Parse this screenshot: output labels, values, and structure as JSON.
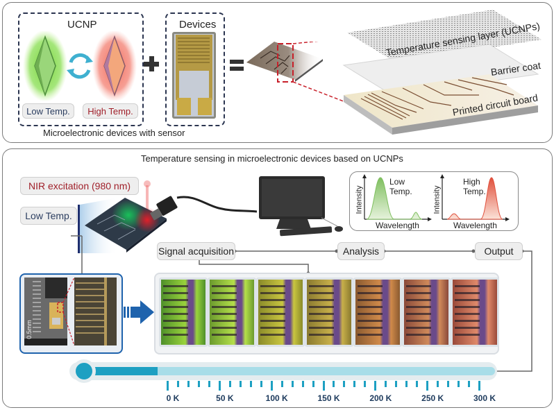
{
  "top_panel": {
    "ucnp_title": "UCNP",
    "low_temp_label": "Low Temp.",
    "high_temp_label": "High Temp.",
    "devices_title": "Devices",
    "caption": "Microelectronic devices with sensor",
    "plus_symbol": "+",
    "equals_symbol": "=",
    "layers": [
      {
        "label": "Temperature sensing layer (UCNPs)"
      },
      {
        "label": "Barrier coat"
      },
      {
        "label": "Printed circuit board"
      }
    ]
  },
  "bottom_panel": {
    "title": "Temperature sensing in microelectronic devices based on UCNPs",
    "nir_label": "NIR excitation (980 nm)",
    "low_temp_label": "Low Temp.",
    "spectra": [
      {
        "temp_label_line1": "Low",
        "temp_label_line2": "Temp.",
        "ylabel": "Intensity",
        "xlabel": "Wavelength",
        "color": "#7fbf5f"
      },
      {
        "temp_label_line1": "High",
        "temp_label_line2": "Temp.",
        "ylabel": "Intensity",
        "xlabel": "Wavelength",
        "color": "#e0503c"
      }
    ],
    "flow_steps": [
      {
        "label": "Signal acquisition"
      },
      {
        "label": "Analysis"
      },
      {
        "label": "Output"
      }
    ],
    "scale_text": "0.5mm",
    "thermometer": {
      "min_k": 0,
      "max_k": 300,
      "fill_fraction": 0.0,
      "tick_labels": [
        "0 K",
        "50 K",
        "100 K",
        "150 K",
        "200 K",
        "250 K",
        "300 K"
      ]
    }
  },
  "colors": {
    "accent_blue": "#1f63ad",
    "thermo_blue": "#1da0c2",
    "dark_navy": "#2b3550",
    "red_dashed": "#c8202a",
    "nir_text": "#a0202a",
    "low_temp_text": "#2c3e60"
  }
}
